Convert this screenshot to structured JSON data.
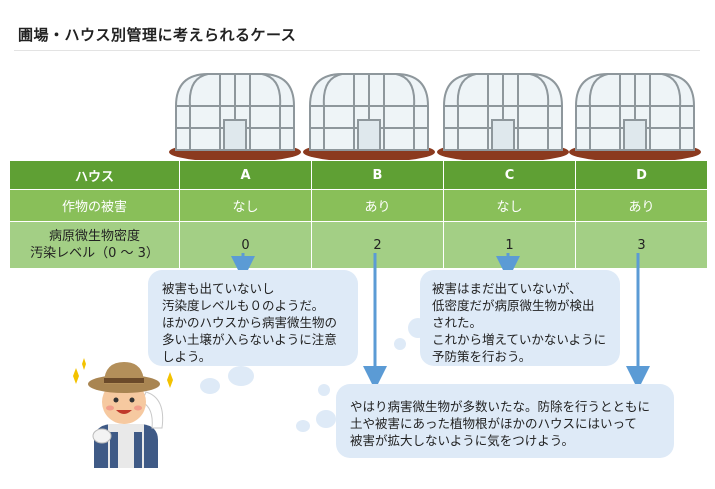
{
  "title": "圃場・ハウス別管理に考えられるケース",
  "table": {
    "row_labels": {
      "house": "ハウス",
      "damage": "作物の被害",
      "level_line1": "病原微生物密度",
      "level_line2": "汚染レベル（0 〜 3）"
    },
    "columns": [
      {
        "house": "A",
        "damage": "なし",
        "level": "0"
      },
      {
        "house": "B",
        "damage": "あり",
        "level": "2"
      },
      {
        "house": "C",
        "damage": "なし",
        "level": "1"
      },
      {
        "house": "D",
        "damage": "あり",
        "level": "3"
      }
    ]
  },
  "bubbles": {
    "a": [
      "被害も出ていないし",
      "汚染度レベルも０のようだ。",
      "ほかのハウスから病害微生物の",
      "多い土壌が入らないように注意",
      "しよう。"
    ],
    "c": [
      "被害はまだ出ていないが、",
      "低密度だが病原微生物が検出",
      "された。",
      "これから増えていかないように",
      "予防策を行おう。"
    ],
    "bd": [
      "やはり病害微生物が多数いたな。防除を行うとともに",
      "土や被害にあった植物根がほかのハウスにはいって",
      "被害が拡大しないように気をつけよう。"
    ]
  },
  "colors": {
    "header_green": "#5fa034",
    "mid_green": "#89bf59",
    "light_green": "#a3cf85",
    "bubble_blue": "#deeaf7",
    "arrow_blue": "#5b9bd5",
    "soil_brown": "#8b3a1f"
  }
}
